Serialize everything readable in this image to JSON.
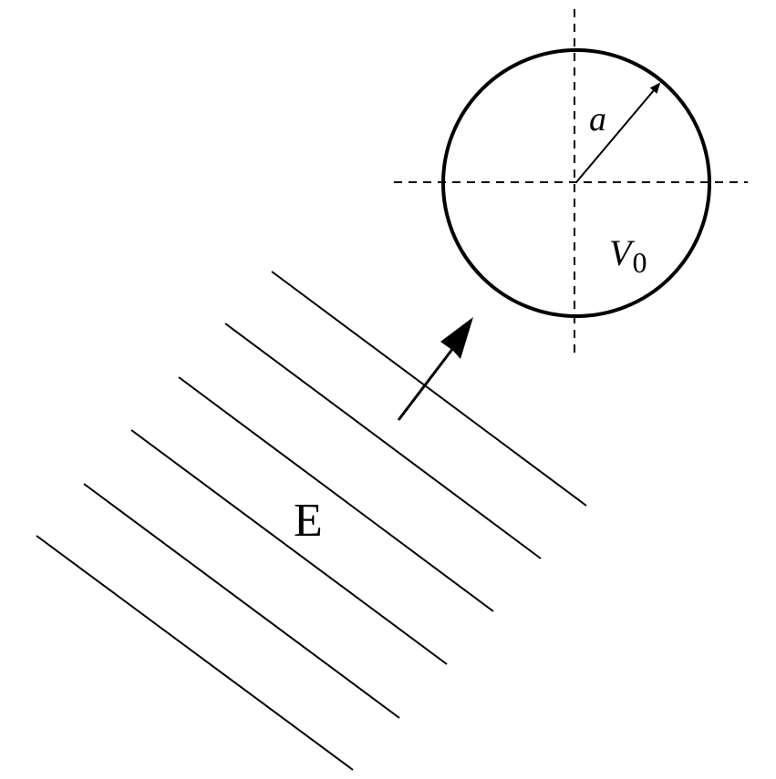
{
  "labels": {
    "radius": "a",
    "potential_symbol": "V",
    "potential_subscript": "0",
    "field": "E"
  },
  "field_lines": {
    "count": 6
  },
  "colors": {
    "ink": "#000000",
    "background": "#ffffff"
  }
}
